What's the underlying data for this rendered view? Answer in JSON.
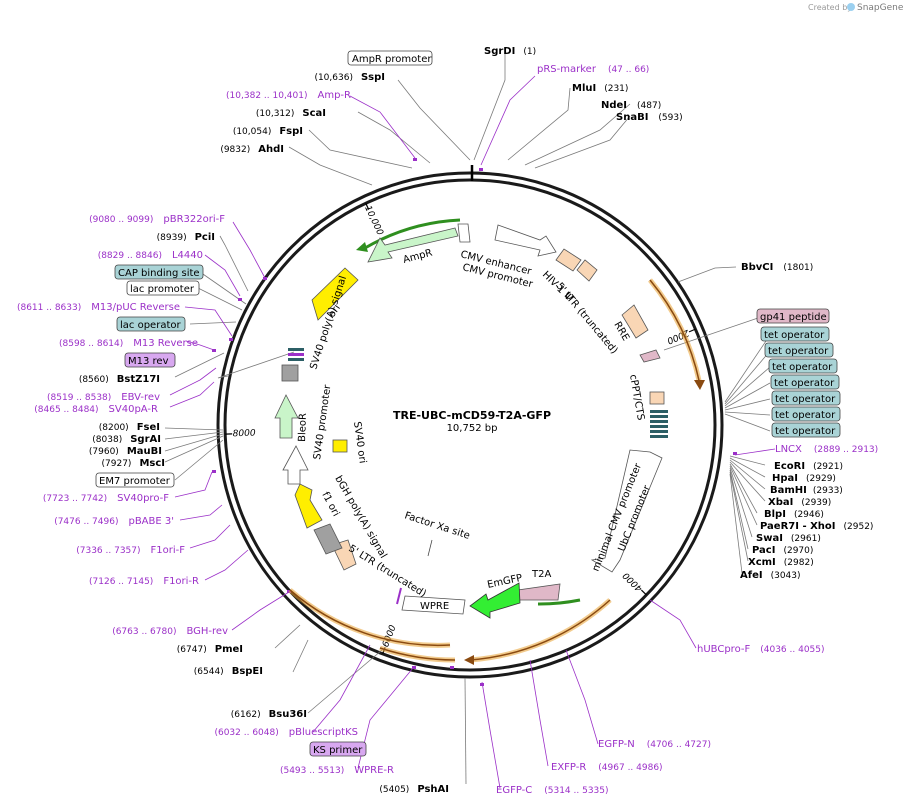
{
  "credit": {
    "created_by": "Created by",
    "brand": "SnapGene"
  },
  "plasmid": {
    "name": "TRE-UBC-mCD59-T2A-GFP",
    "length_text": "10,752 bp",
    "length": 10752
  },
  "ticks": [
    {
      "label": "2000",
      "pos": 2000
    },
    {
      "label": "4000",
      "pos": 4000
    },
    {
      "label": "6000",
      "pos": 6000
    },
    {
      "label": "8000",
      "pos": 8000
    },
    {
      "label": "10,000",
      "pos": 10000
    }
  ],
  "enzymes": [
    {
      "name": "SgrDI",
      "pos": "(1)",
      "side": "right"
    },
    {
      "name": "MluI",
      "pos": "(231)",
      "side": "right"
    },
    {
      "name": "NdeI",
      "pos": "(487)",
      "side": "right"
    },
    {
      "name": "SnaBI",
      "pos": "(593)",
      "side": "right"
    },
    {
      "name": "BbvCI",
      "pos": "(1801)",
      "side": "right"
    },
    {
      "name": "EcoRI",
      "pos": "(2921)",
      "side": "right"
    },
    {
      "name": "HpaI",
      "pos": "(2929)",
      "side": "right"
    },
    {
      "name": "BamHI",
      "pos": "(2933)",
      "side": "right"
    },
    {
      "name": "XbaI",
      "pos": "(2939)",
      "side": "right"
    },
    {
      "name": "BlpI",
      "pos": "(2946)",
      "side": "right"
    },
    {
      "name": "PaeR7I - XhoI",
      "pos": "(2952)",
      "side": "right"
    },
    {
      "name": "SwaI",
      "pos": "(2961)",
      "side": "right"
    },
    {
      "name": "PacI",
      "pos": "(2970)",
      "side": "right"
    },
    {
      "name": "XcmI",
      "pos": "(2982)",
      "side": "right"
    },
    {
      "name": "AfeI",
      "pos": "(3043)",
      "side": "right"
    },
    {
      "name": "PshAI",
      "pos": "(5405)",
      "side": "left"
    },
    {
      "name": "Bsu36I",
      "pos": "(6162)",
      "side": "left"
    },
    {
      "name": "BspEI",
      "pos": "(6544)",
      "side": "left"
    },
    {
      "name": "PmeI",
      "pos": "(6747)",
      "side": "left"
    },
    {
      "name": "MscI",
      "pos": "(7927)",
      "side": "left"
    },
    {
      "name": "MauBI",
      "pos": "(7960)",
      "side": "left"
    },
    {
      "name": "SgrAI",
      "pos": "(8038)",
      "side": "left"
    },
    {
      "name": "FseI",
      "pos": "(8200)",
      "side": "left"
    },
    {
      "name": "BstZ17I",
      "pos": "(8560)",
      "side": "left"
    },
    {
      "name": "PciI",
      "pos": "(8939)",
      "side": "left"
    },
    {
      "name": "AhdI",
      "pos": "(9832)",
      "side": "left"
    },
    {
      "name": "FspI",
      "pos": "(10,054)",
      "side": "left"
    },
    {
      "name": "ScaI",
      "pos": "(10,312)",
      "side": "left"
    },
    {
      "name": "SspI",
      "pos": "(10,636)",
      "side": "left"
    }
  ],
  "primers": [
    {
      "name": "pRS-marker",
      "pos": "(47 .. 66)",
      "side": "right"
    },
    {
      "name": "LNCX",
      "pos": "(2889 .. 2913)",
      "side": "right"
    },
    {
      "name": "hUBCpro-F",
      "pos": "(4036 .. 4055)",
      "side": "right"
    },
    {
      "name": "EGFP-N",
      "pos": "(4706 .. 4727)",
      "side": "right"
    },
    {
      "name": "EXFP-R",
      "pos": "(4967 .. 4986)",
      "side": "right"
    },
    {
      "name": "EGFP-C",
      "pos": "(5314 .. 5335)",
      "side": "right"
    },
    {
      "name": "WPRE-R",
      "pos": "(5493 .. 5513)",
      "side": "left"
    },
    {
      "name": "pBluescriptKS",
      "pos": "(6032 .. 6048)",
      "side": "left"
    },
    {
      "name": "BGH-rev",
      "pos": "(6763 .. 6780)",
      "side": "left"
    },
    {
      "name": "F1ori-R",
      "pos": "(7126 .. 7145)",
      "side": "left"
    },
    {
      "name": "F1ori-F",
      "pos": "(7336 .. 7357)",
      "side": "left"
    },
    {
      "name": "pBABE 3'",
      "pos": "(7476 .. 7496)",
      "side": "left"
    },
    {
      "name": "SV40pro-F",
      "pos": "(7723 .. 7742)",
      "side": "left"
    },
    {
      "name": "SV40pA-R",
      "pos": "(8465 .. 8484)",
      "side": "left"
    },
    {
      "name": "EBV-rev",
      "pos": "(8519 .. 8538)",
      "side": "left"
    },
    {
      "name": "M13 Reverse",
      "pos": "(8598 .. 8614)",
      "side": "left"
    },
    {
      "name": "M13/pUC Reverse",
      "pos": "(8611 .. 8633)",
      "side": "left"
    },
    {
      "name": "L4440",
      "pos": "(8829 .. 8846)",
      "side": "left"
    },
    {
      "name": "pBR322ori-F",
      "pos": "(9080 .. 9099)",
      "side": "left"
    },
    {
      "name": "Amp-R",
      "pos": "(10,382 .. 10,401)",
      "side": "left"
    }
  ],
  "boxed_labels": [
    {
      "text": "AmpR promoter",
      "style": "white"
    },
    {
      "text": "gp41 peptide",
      "style": "pink"
    },
    {
      "text": "tet operator",
      "style": "teal"
    },
    {
      "text": "tet operator",
      "style": "teal"
    },
    {
      "text": "tet operator",
      "style": "teal"
    },
    {
      "text": "tet operator",
      "style": "teal"
    },
    {
      "text": "tet operator",
      "style": "teal"
    },
    {
      "text": "tet operator",
      "style": "teal"
    },
    {
      "text": "tet operator",
      "style": "teal"
    },
    {
      "text": "CAP binding site",
      "style": "teal"
    },
    {
      "text": "lac promoter",
      "style": "white"
    },
    {
      "text": "lac operator",
      "style": "teal"
    },
    {
      "text": "M13 rev",
      "style": "violet"
    },
    {
      "text": "EM7 promoter",
      "style": "white"
    },
    {
      "text": "KS primer",
      "style": "violet"
    }
  ],
  "features": [
    {
      "label": "AmpR"
    },
    {
      "label": "ori"
    },
    {
      "label": "CMV enhancer"
    },
    {
      "label": "CMV promoter"
    },
    {
      "label": "HIV-1 Ψ"
    },
    {
      "label": "5' LTR (truncated)"
    },
    {
      "label": "RRE"
    },
    {
      "label": "cPPT/CTS"
    },
    {
      "label": "minimal CMV promoter"
    },
    {
      "label": "UbC promoter"
    },
    {
      "label": "T2A"
    },
    {
      "label": "EmGFP"
    },
    {
      "label": "WPRE"
    },
    {
      "label": "Factor Xa site"
    },
    {
      "label": "5' LTR (truncated)"
    },
    {
      "label": "bGH poly(A) signal"
    },
    {
      "label": "f1 ori"
    },
    {
      "label": "SV40 ori"
    },
    {
      "label": "BleoR"
    },
    {
      "label": "SV40 promoter"
    },
    {
      "label": "SV40 poly(A) signal"
    }
  ],
  "colors": {
    "backbone": "#1a1a1a",
    "enzyme_line": "#777777",
    "primer": "#9b30c8",
    "orf_arc": "#e8a030",
    "green_arc": "#2f8f1f",
    "teal_box": "#a9d3d6",
    "pink_box": "#e0b8c8",
    "violet_box": "#d8a8f0",
    "peach": "#f9d6b5",
    "ampr": "#c9f5c9",
    "ori": "#ffee00",
    "emgfp": "#33ee33",
    "gray": "#a0a0a0"
  }
}
